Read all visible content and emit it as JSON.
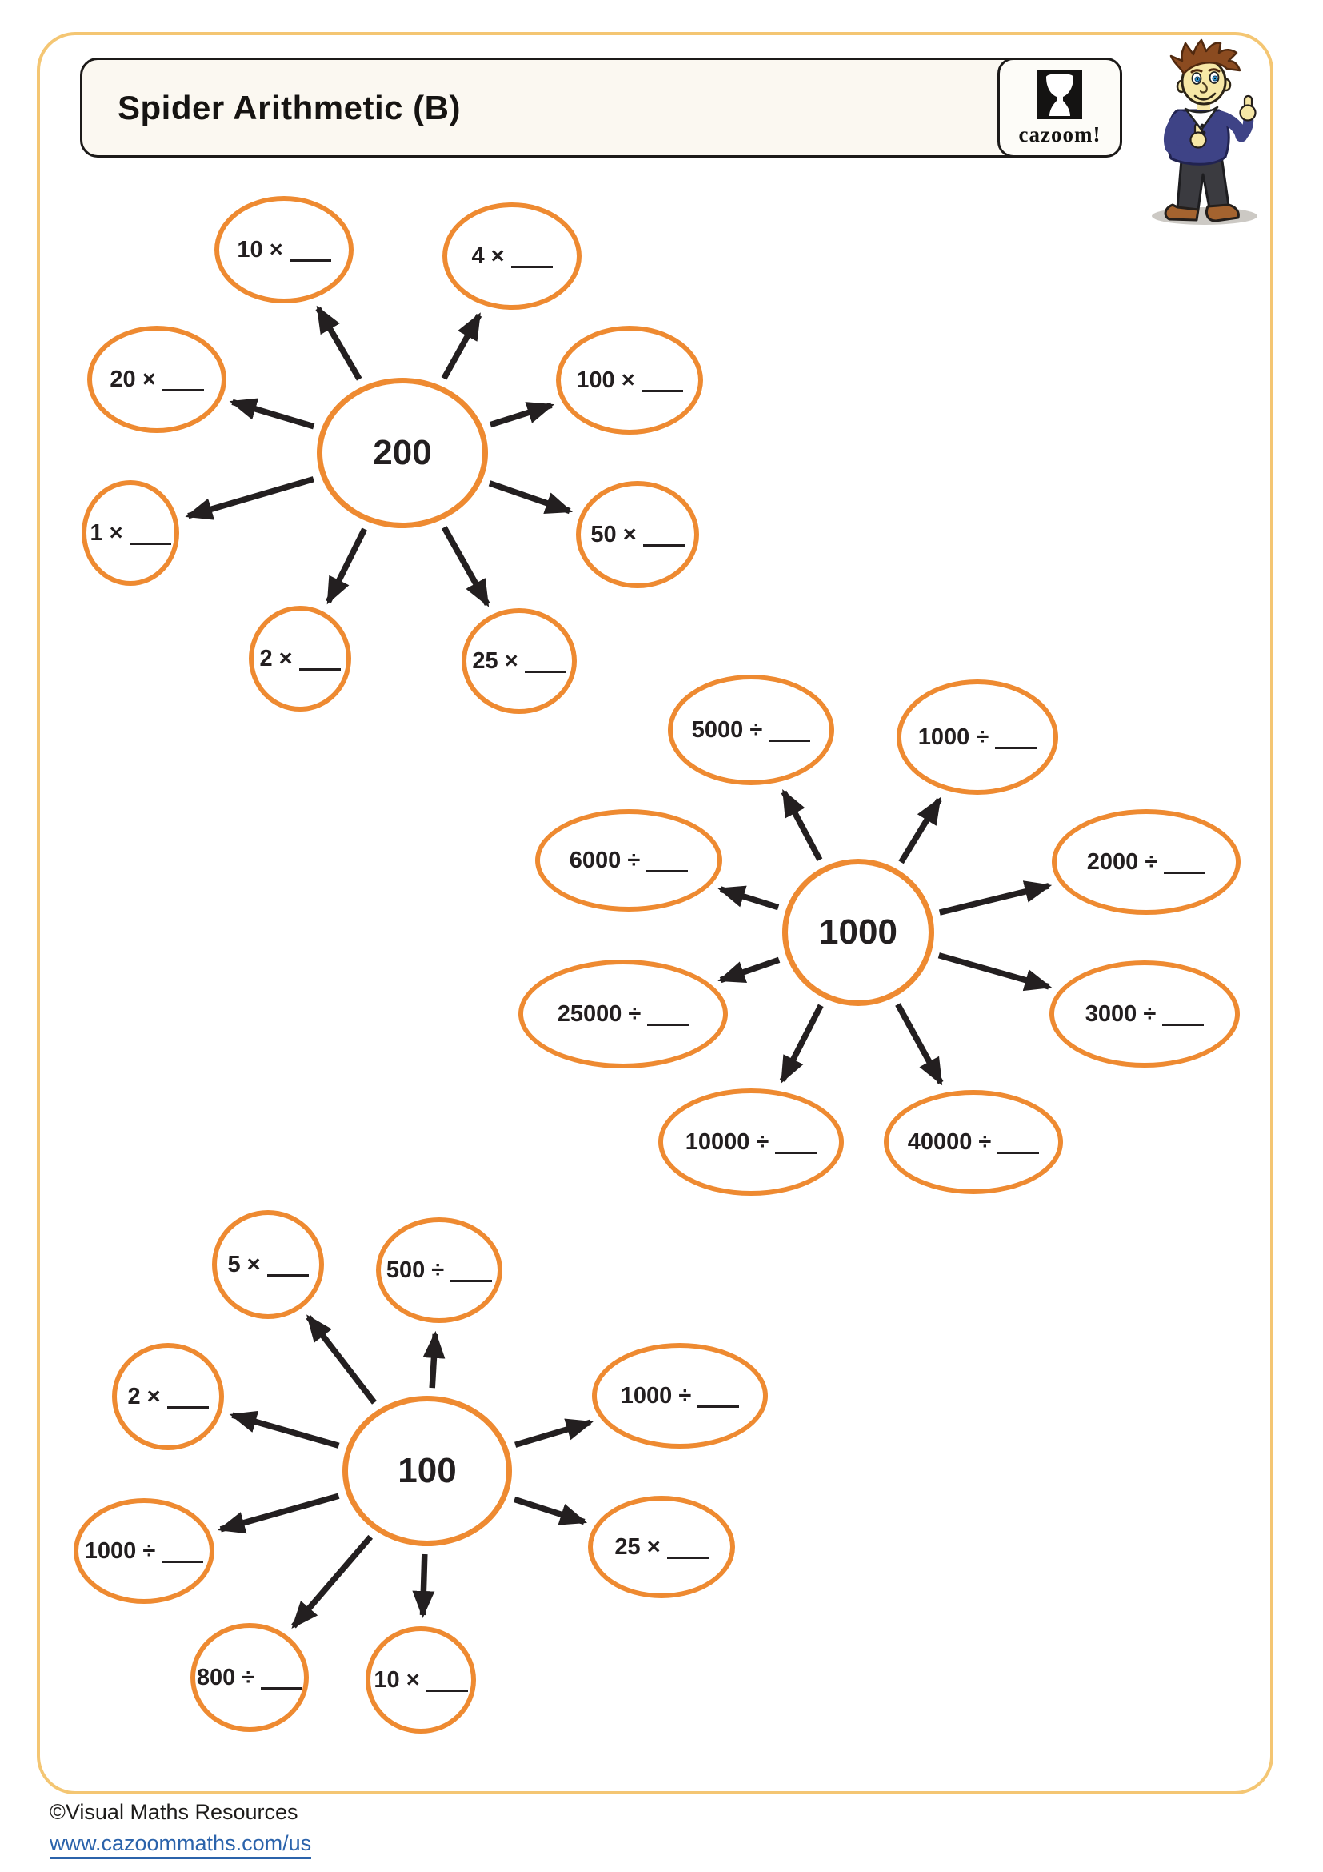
{
  "page": {
    "title": "Spider Arithmetic (B)",
    "brand": {
      "wordmark": "cazoom!"
    },
    "footer": {
      "copyright": "©Visual Maths Resources",
      "link_text": "www.cazoommaths.com/us"
    }
  },
  "colors": {
    "ellipse_stroke": "#ee8a31",
    "page_border": "#f4c673",
    "arrow": "#231f20",
    "link": "#2b63ab",
    "panel_fill": "#fbf8f1"
  },
  "blank_placeholder": "____",
  "spiders": [
    {
      "id": "spider-200",
      "center_label": "200",
      "node_labels": [
        "10 ×",
        "4 ×",
        "20 ×",
        "100 ×",
        "1 ×",
        "50 ×",
        "2 ×",
        "25 ×"
      ]
    },
    {
      "id": "spider-1000",
      "center_label": "1000",
      "node_labels": [
        "5000 ÷",
        "1000 ÷",
        "6000 ÷",
        "2000 ÷",
        "25000 ÷",
        "3000 ÷",
        "10000 ÷",
        "40000 ÷"
      ]
    },
    {
      "id": "spider-100",
      "center_label": "100",
      "node_labels": [
        "5 ×",
        "500 ÷",
        "2 ×",
        "1000 ÷",
        "1000 ÷",
        "25 ×",
        "800 ÷",
        "10 ×"
      ]
    }
  ]
}
